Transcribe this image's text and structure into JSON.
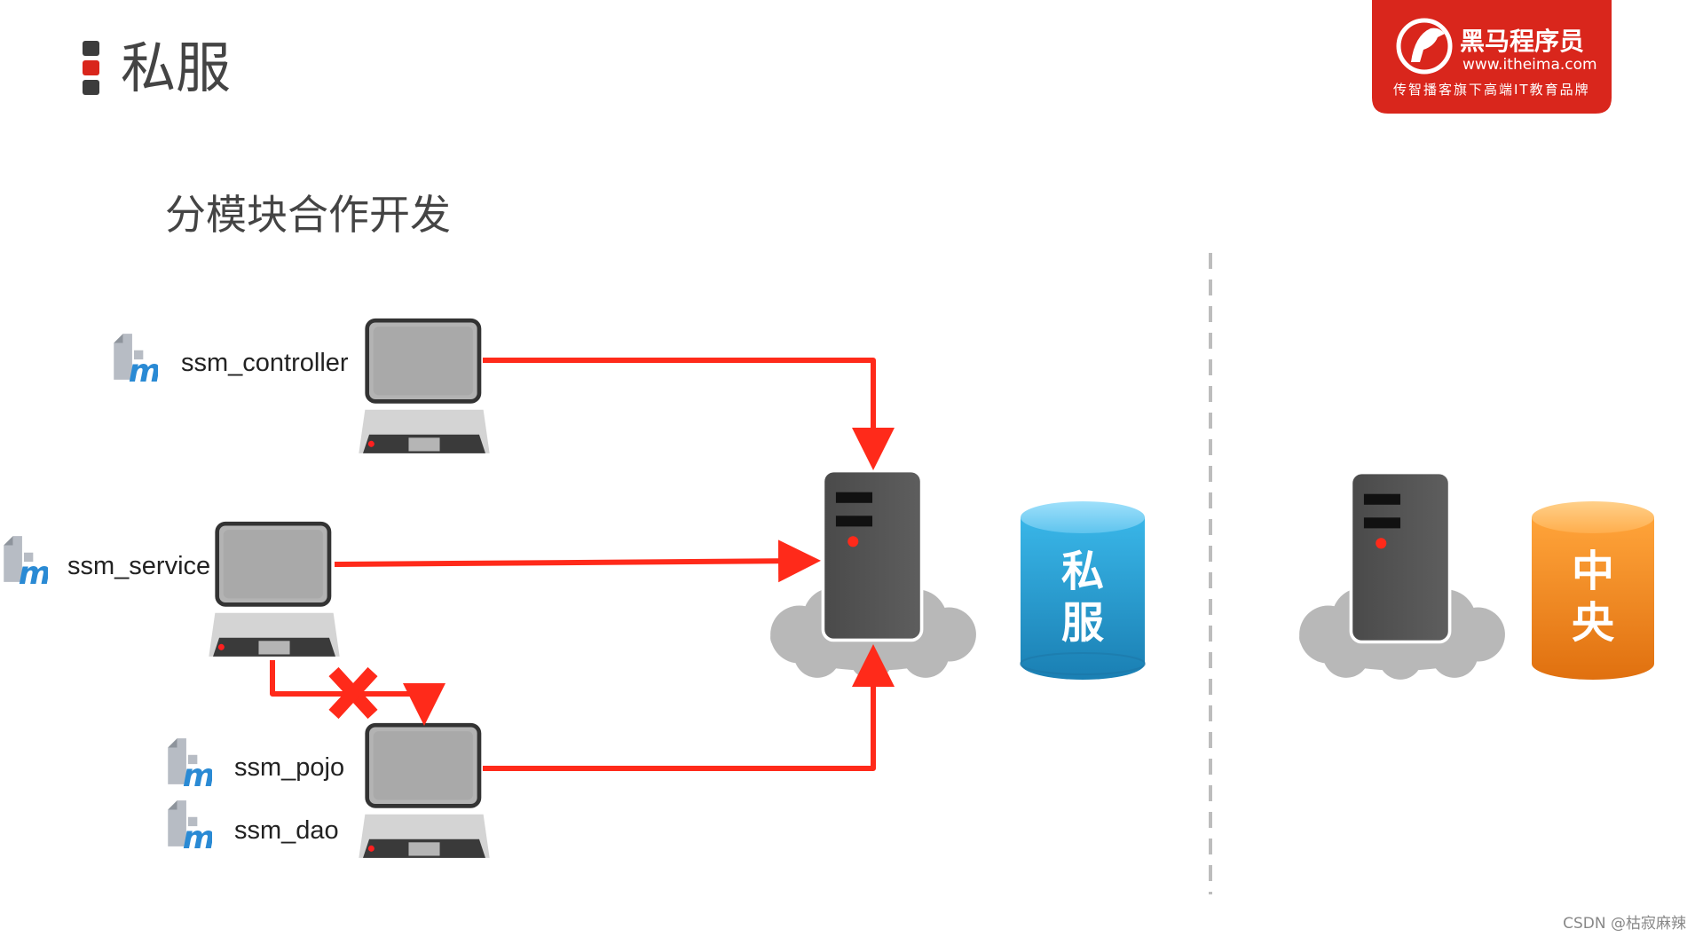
{
  "title": "私服",
  "subtitle": "分模块合作开发",
  "logo": {
    "brand": "黑马程序员",
    "url": "www.itheima.com",
    "tagline": "传智播客旗下高端IT教育品牌",
    "color": "#d9261c"
  },
  "modules": {
    "controller": "ssm_controller",
    "service": "ssm_service",
    "pojo": "ssm_pojo",
    "dao": "ssm_dao"
  },
  "databases": {
    "private": {
      "line1": "私",
      "line2": "服",
      "color": "#2a9fd6"
    },
    "central": {
      "line1": "中",
      "line2": "央",
      "color": "#f08a1c"
    }
  },
  "icons": {
    "module": "maven-module-icon",
    "computer": "laptop-icon",
    "server": "server-tower-icon",
    "cloud": "cloud-icon",
    "blocked": "red-x-icon"
  },
  "colors": {
    "arrow": "#ff2a1a",
    "divider": "#bdbdbd",
    "bullet_dark": "#3c3c3c",
    "bullet_red": "#d9261c"
  },
  "footer": "CSDN @枯寂麻辣"
}
